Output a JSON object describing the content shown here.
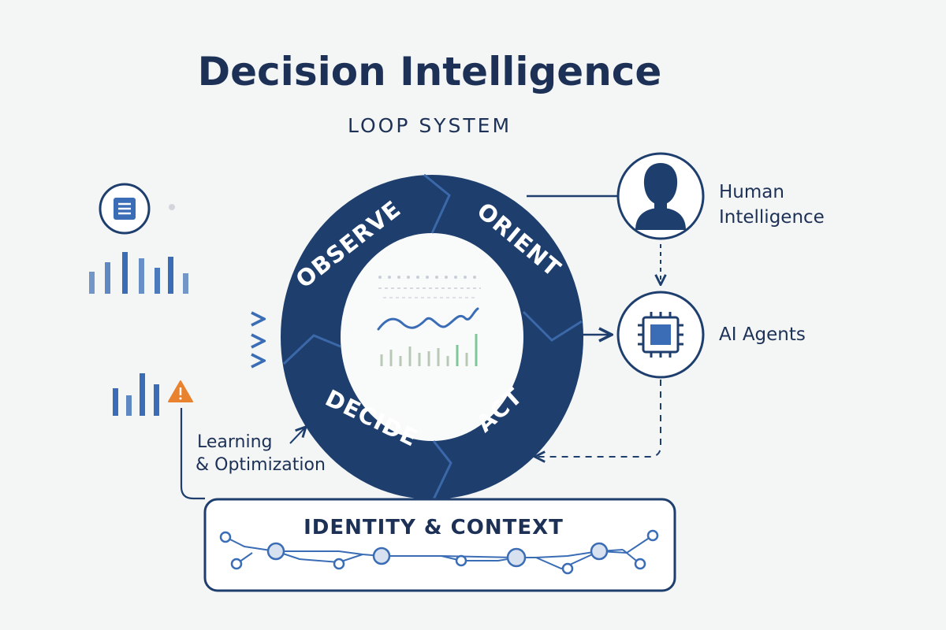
{
  "title": "Decision Intelligence",
  "subtitle": "LOOP SYSTEM",
  "loop": {
    "observe": "OBSERVE",
    "orient": "ORIENT",
    "decide": "DECIDE",
    "act": "ACT"
  },
  "human": {
    "line1": "Human",
    "line2": "Intelligence"
  },
  "ai": {
    "label": "AI Agents"
  },
  "learning": {
    "line1": "Learning",
    "line2": "& Optimization"
  },
  "identity": {
    "label": "IDENTITY & CONTEXT"
  },
  "colors": {
    "navy": "#1e3f6e",
    "title": "#1d3157",
    "blue": "#3a6db5",
    "green": "#7fc69a",
    "warning": "#e8822f",
    "background": "#f4f5f5"
  }
}
